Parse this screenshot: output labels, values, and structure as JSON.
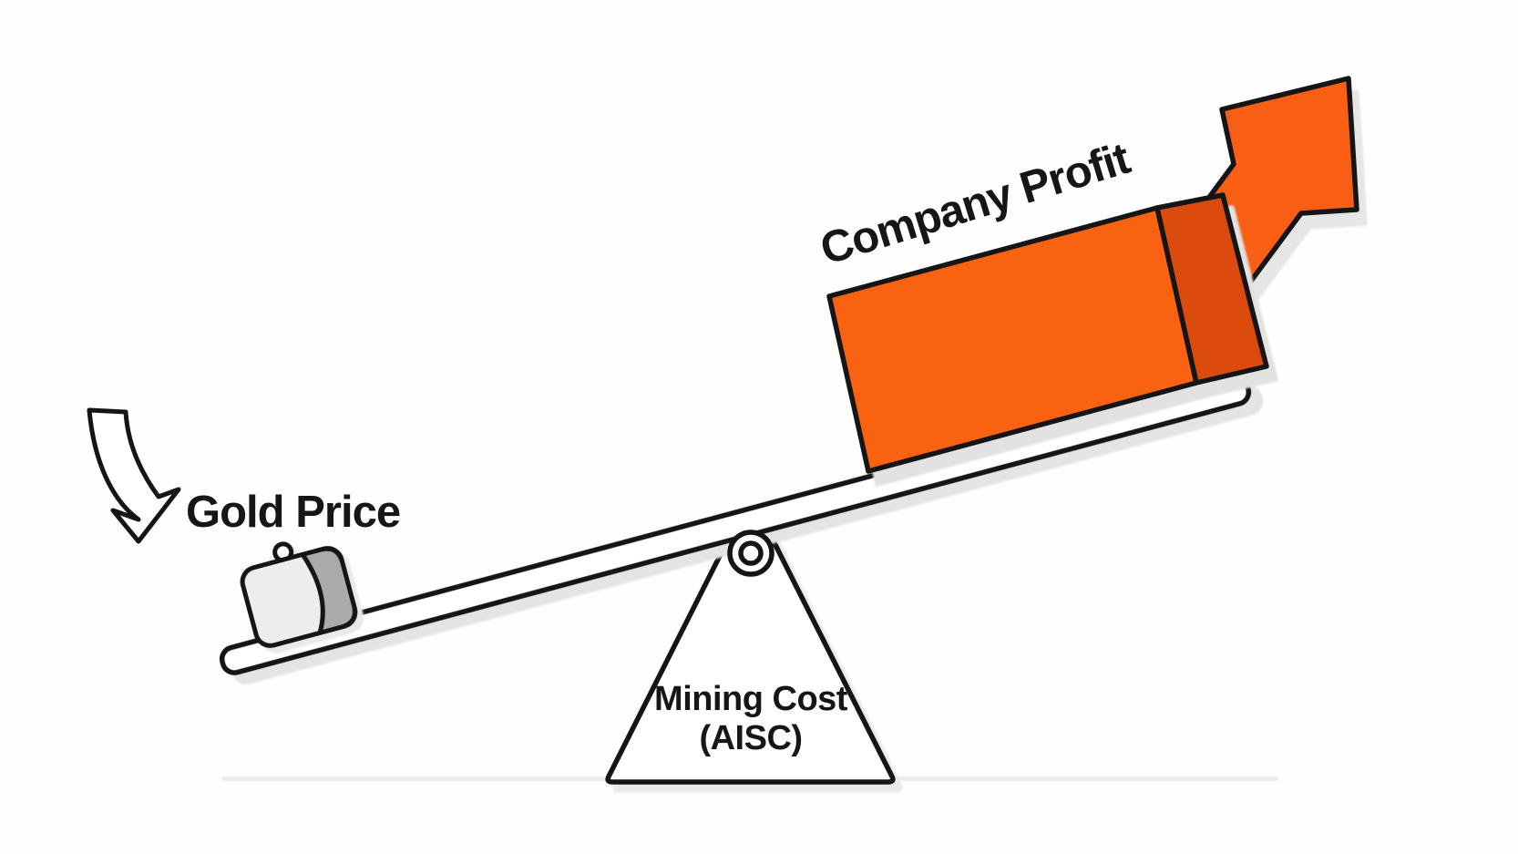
{
  "diagram": {
    "description": "Seesaw diagram: a low Gold Price side lifts Company Profit over a Mining Cost (AISC) fulcrum",
    "labels": {
      "gold_price": "Gold Price",
      "company_profit": "Company Profit",
      "mining_cost_line1": "Mining Cost",
      "mining_cost_line2": "(AISC)"
    },
    "icons": [
      "down-curved-arrow-icon",
      "weight-icon",
      "seesaw-plank",
      "pivot-circle",
      "fulcrum-triangle",
      "profit-box",
      "up-trend-arrow-icon",
      "ground-line"
    ]
  },
  "colors": {
    "background": "#fefefe",
    "ink": "#161616",
    "outline": "#151515",
    "white": "#ffffff",
    "ground": "#ececec",
    "orange_front": "#f96211",
    "orange_side": "#dc4a0e",
    "orange_arrow": "#f85e14",
    "weight_front": "#ededed",
    "weight_side": "#ababab"
  }
}
